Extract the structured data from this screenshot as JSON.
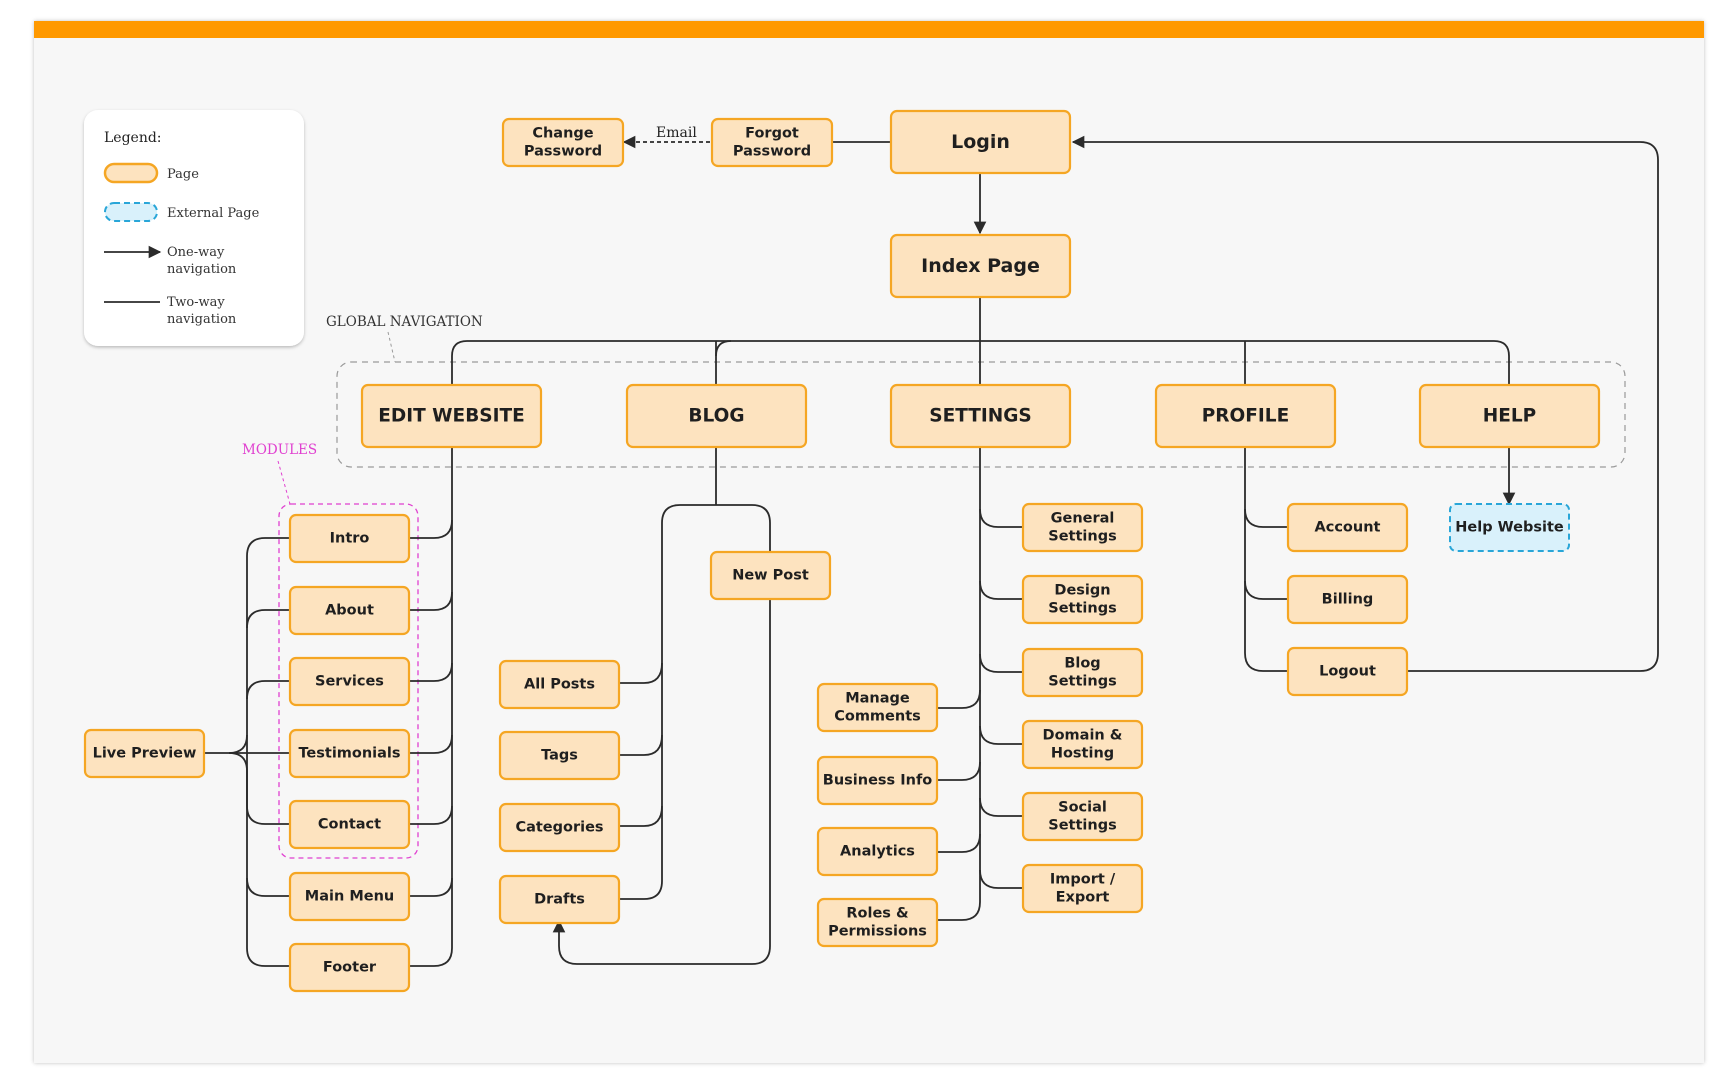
{
  "colors": {
    "accent": "#ff9900",
    "page_fill": "#fde3bf",
    "page_stroke": "#f5a623",
    "external_fill": "#d9f1fb",
    "external_stroke": "#29a6d8",
    "modules": "#e040d0",
    "line": "#2b2b2b"
  },
  "legend": {
    "title": "Legend:",
    "page": "Page",
    "external": "External Page",
    "oneway": [
      "One-way",
      "navigation"
    ],
    "twoway": [
      "Two-way",
      "navigation"
    ]
  },
  "annotations": {
    "global_navigation": "GLOBAL NAVIGATION",
    "modules": "MODULES",
    "email": "Email"
  },
  "nodes": {
    "login": [
      "Login"
    ],
    "forgot_password": [
      "Forgot",
      "Password"
    ],
    "change_password": [
      "Change",
      "Password"
    ],
    "index_page": [
      "Index Page"
    ],
    "edit_website": [
      "EDIT WEBSITE"
    ],
    "blog": [
      "BLOG"
    ],
    "settings": [
      "SETTINGS"
    ],
    "profile": [
      "PROFILE"
    ],
    "help": [
      "HELP"
    ],
    "intro": [
      "Intro"
    ],
    "about": [
      "About"
    ],
    "services": [
      "Services"
    ],
    "testimonials": [
      "Testimonials"
    ],
    "contact": [
      "Contact"
    ],
    "main_menu": [
      "Main Menu"
    ],
    "footer": [
      "Footer"
    ],
    "live_preview": [
      "Live Preview"
    ],
    "new_post": [
      "New Post"
    ],
    "all_posts": [
      "All Posts"
    ],
    "tags": [
      "Tags"
    ],
    "categories": [
      "Categories"
    ],
    "drafts": [
      "Drafts"
    ],
    "general_settings": [
      "General",
      "Settings"
    ],
    "design_settings": [
      "Design",
      "Settings"
    ],
    "blog_settings": [
      "Blog",
      "Settings"
    ],
    "domain_hosting": [
      "Domain &",
      "Hosting"
    ],
    "social_settings": [
      "Social",
      "Settings"
    ],
    "import_export": [
      "Import /",
      "Export"
    ],
    "manage_comments": [
      "Manage",
      "Comments"
    ],
    "business_info": [
      "Business Info"
    ],
    "analytics": [
      "Analytics"
    ],
    "roles_permissions": [
      "Roles &",
      "Permissions"
    ],
    "account": [
      "Account"
    ],
    "billing": [
      "Billing"
    ],
    "logout": [
      "Logout"
    ],
    "help_website": [
      "Help Website"
    ]
  }
}
